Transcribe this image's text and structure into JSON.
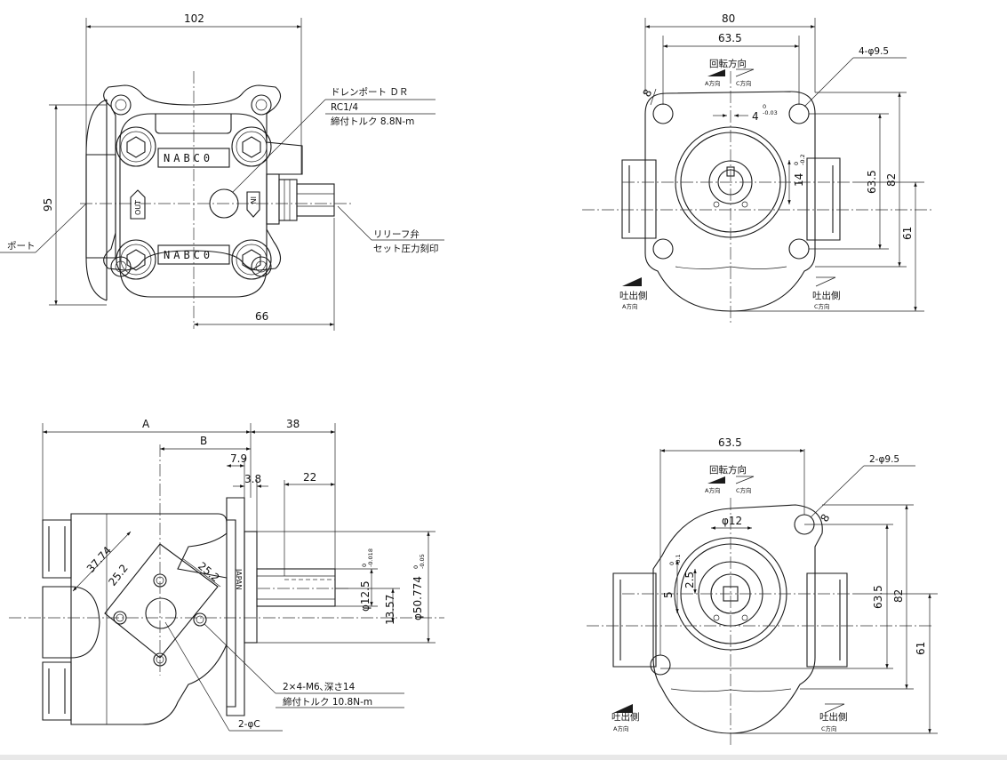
{
  "front_view": {
    "dim_width": "102",
    "dim_height": "95",
    "dim_offset": "66",
    "plate_top": "NABC0",
    "plate_bottom": "NABC0",
    "out_label": "OUT",
    "in_label": "IN",
    "drain_port": {
      "line1": "ドレンポート ＤＲ",
      "line2": "RC1/4",
      "line3": "締付トルク 8.8N-m"
    },
    "relief_valve": {
      "line1": "リリーフ弁",
      "line2": "セット圧力刻印"
    },
    "port_label": "ポート"
  },
  "top_right_view": {
    "dim_80": "80",
    "dim_635_top": "63.5",
    "dim_4": "4",
    "tol_4": "0\n-0.03",
    "dim_14": "14",
    "tol_14": "0\n-0.2",
    "dim_635_side": "63.5",
    "dim_82": "82",
    "dim_61": "61",
    "dim_8": "8",
    "holes": "4-φ9.5",
    "rotation": "回転方向",
    "dir_a": "A方向",
    "dir_c": "C方向",
    "discharge_a": "吐出側",
    "discharge_a_sub": "A方向",
    "discharge_c": "吐出側",
    "discharge_c_sub": "C方向"
  },
  "side_view": {
    "dim_a": "A",
    "dim_b": "B",
    "dim_38": "38",
    "dim_79": "7.9",
    "dim_38s": "3.8",
    "dim_22": "22",
    "dim_3774": "37.74",
    "dim_252a": "25.2",
    "dim_252b": "25.2",
    "dim_125": "φ12.5",
    "tol_125": "0\n-0.018",
    "dim_1357": "13.57",
    "dim_50774": "φ50.774",
    "tol_50774": "0\n-0.05",
    "japan": "JAPAN",
    "tap_line1": "2×4-M6､深さ14",
    "tap_line2": "締付トルク 10.8N-m",
    "holes_c": "2-φC"
  },
  "bottom_right_view": {
    "dim_635_top": "63.5",
    "dim_12": "φ12",
    "dim_25": "2.5",
    "dim_5": "5",
    "tol_5": "0\n-0.1",
    "dim_635_side": "63.5",
    "dim_82": "82",
    "dim_61": "61",
    "dim_8": "8",
    "holes": "2-φ9.5",
    "rotation": "回転方向",
    "dir_a": "A方向",
    "dir_c": "C方向",
    "discharge_a": "吐出側",
    "discharge_a_sub": "A方向",
    "discharge_c": "吐出側",
    "discharge_c_sub": "C方向"
  }
}
